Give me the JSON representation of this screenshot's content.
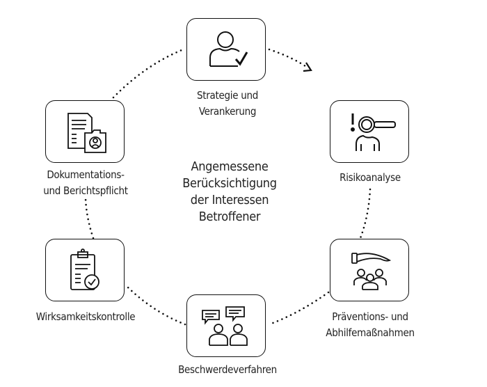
{
  "center": {
    "lines": [
      "Angemessene",
      "Berücksichtigung",
      "der Interessen",
      "Betroffener"
    ]
  },
  "steps": [
    {
      "icon": "person-check-icon",
      "lines": [
        "Strategie und",
        "Verankerung"
      ]
    },
    {
      "icon": "risk-search-person-icon",
      "lines": [
        "Risikoanalyse"
      ]
    },
    {
      "icon": "hand-protecting-group-icon",
      "lines": [
        "Präventions- und",
        "Abhilfemaßnahmen"
      ]
    },
    {
      "icon": "people-speech-bubbles-icon",
      "lines": [
        "Beschwerdeverfahren"
      ]
    },
    {
      "icon": "clipboard-check-icon",
      "lines": [
        "Wirksamkeitskontrolle"
      ]
    },
    {
      "icon": "documents-folder-icon",
      "lines": [
        "Dokumentations-",
        "und Berichtspflicht"
      ]
    }
  ]
}
